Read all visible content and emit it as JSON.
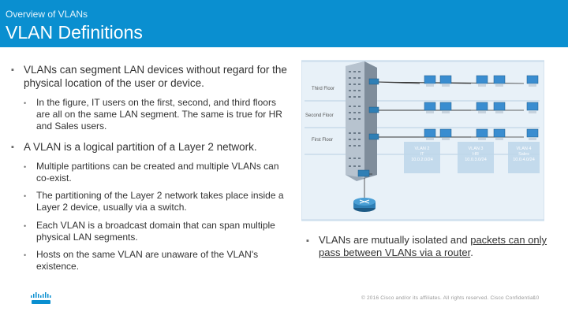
{
  "header": {
    "subtitle": "Overview of VLANs",
    "title": "VLAN Definitions"
  },
  "bullets": {
    "b1": "VLANs can segment LAN devices without regard for the physical location of the user or device.",
    "b1_sub": "In the figure, IT users on the first, second, and third floors are all on the same LAN segment. The same is true for HR and Sales users.",
    "b2": "A VLAN is a logical partition of a Layer 2 network.",
    "b2_subs": [
      "Multiple partitions can be created and multiple VLANs can co-exist.",
      "The partitioning of the Layer 2 network takes place inside a Layer 2 device, usually via a switch.",
      "Each VLAN is a broadcast domain that can span multiple physical LAN segments.",
      "Hosts on the same VLAN are unaware of the VLAN's existence."
    ],
    "right_prefix": "VLANs are mutually isolated and ",
    "right_link": "packets can only pass between VLANs via a router",
    "right_suffix": "."
  },
  "figure": {
    "floors": [
      "Third Floor",
      "Second Floor",
      "First Floor"
    ],
    "vlans": [
      {
        "name": "VLAN 2",
        "dept": "IT",
        "subnet": "10.0.2.0/24"
      },
      {
        "name": "VLAN 3",
        "dept": "HR",
        "subnet": "10.0.3.0/24"
      },
      {
        "name": "VLAN 4",
        "dept": "Sales",
        "subnet": "10.0.4.0/24"
      }
    ]
  },
  "footer": {
    "copyright": "© 2016 Cisco and/or its affiliates. All rights reserved.   Cisco Confidential",
    "page": "10"
  },
  "colors": {
    "header": "#0a8fd0",
    "figure_bg": "#dce9f3",
    "vlan_box": "#bcd6ea"
  }
}
